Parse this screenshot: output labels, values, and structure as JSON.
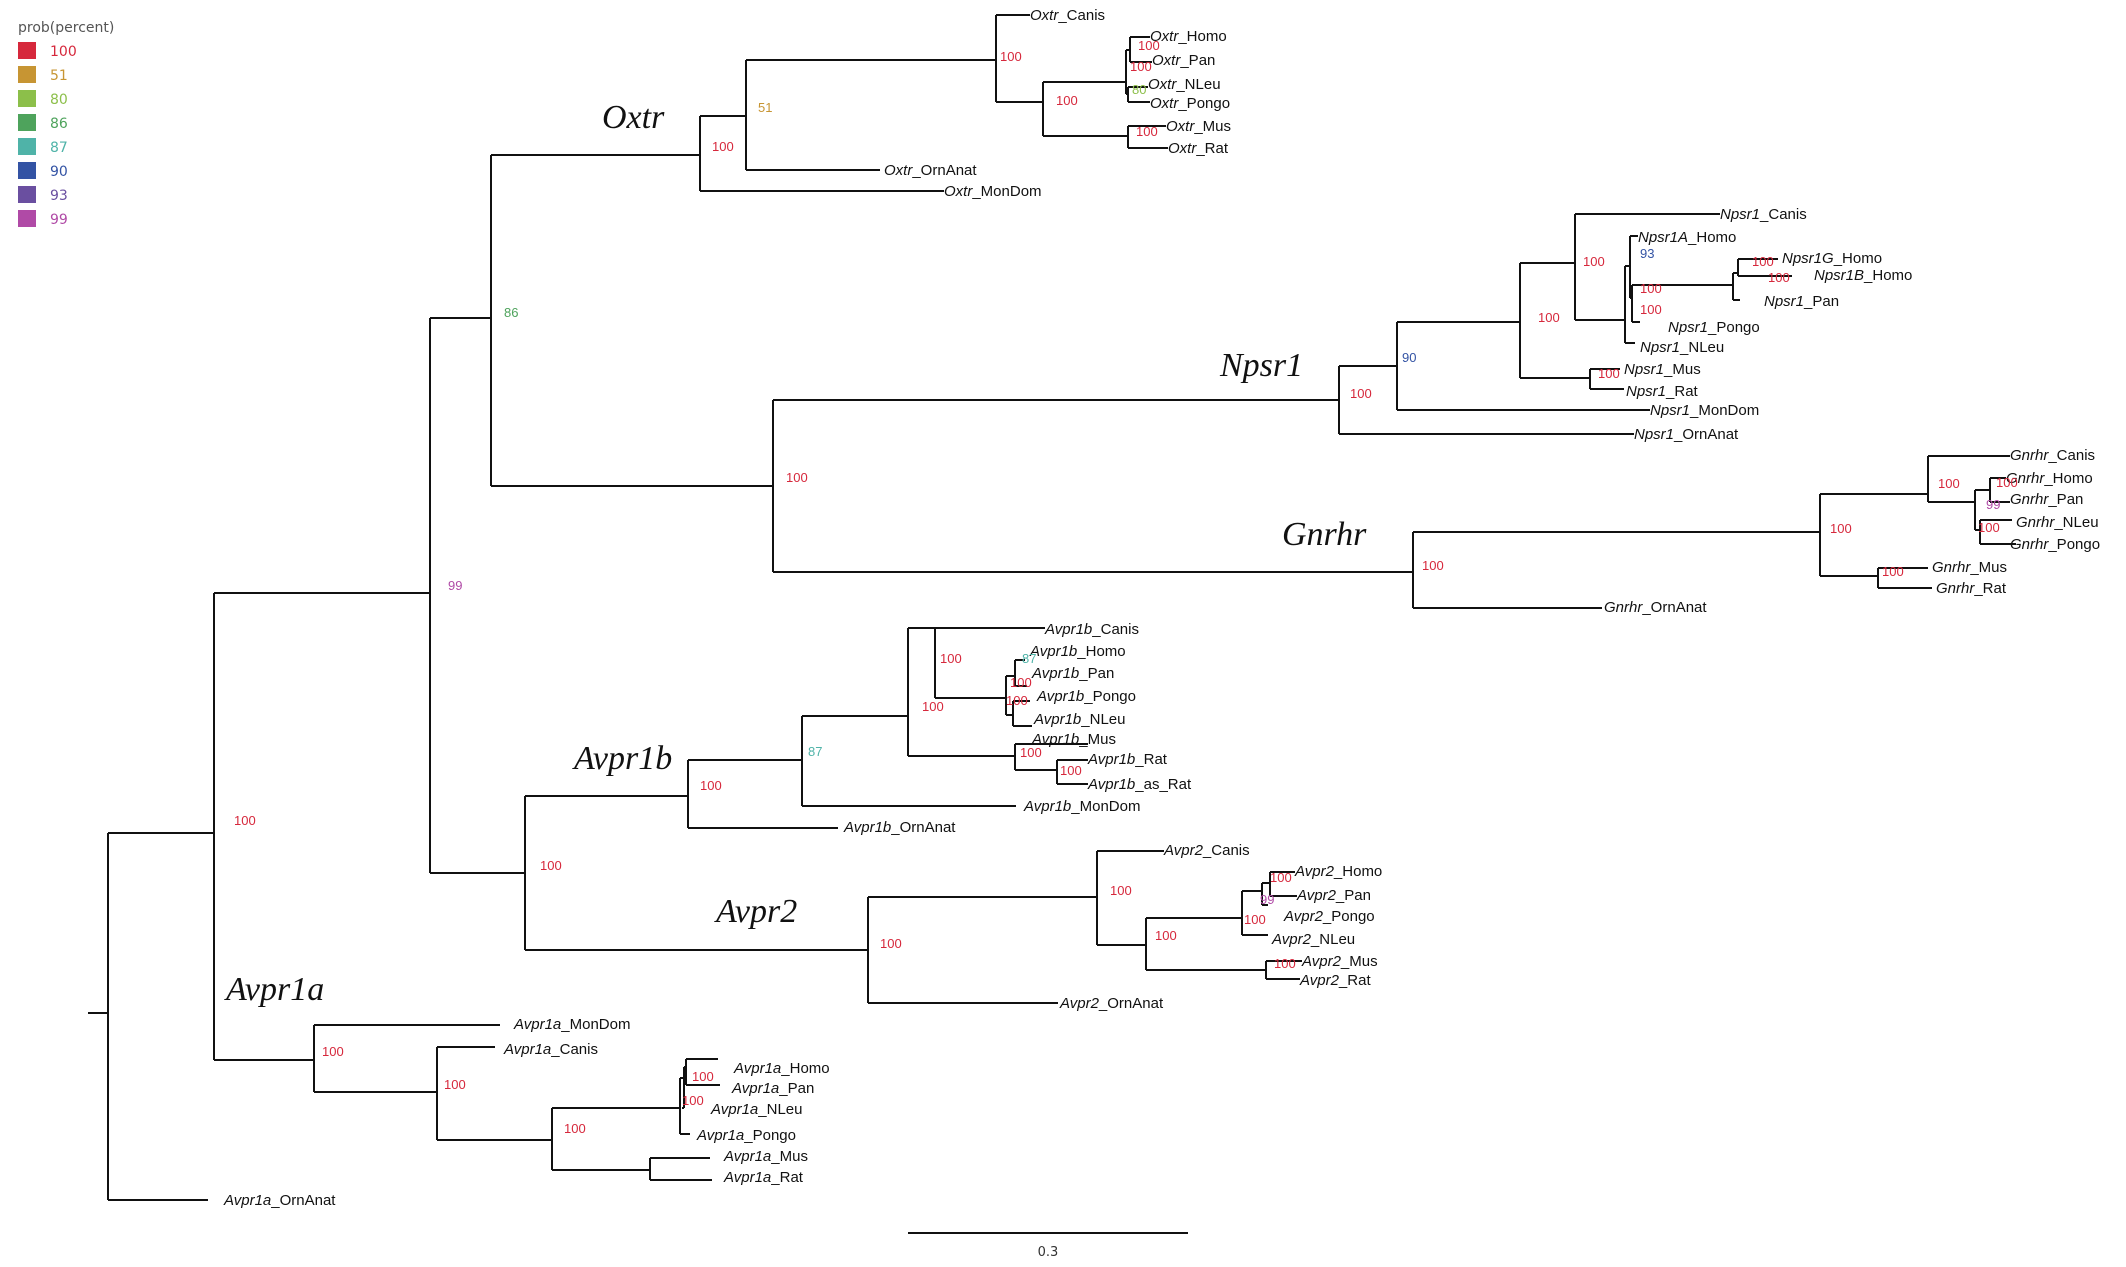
{
  "legend": {
    "title": "prob(percent)",
    "items": [
      {
        "label": "100",
        "color": "#d6283c"
      },
      {
        "label": "51",
        "color": "#c79533"
      },
      {
        "label": "80",
        "color": "#8cbf4a"
      },
      {
        "label": "86",
        "color": "#4ea35c"
      },
      {
        "label": "87",
        "color": "#4fb3a8"
      },
      {
        "label": "90",
        "color": "#3353a4"
      },
      {
        "label": "93",
        "color": "#6a4fa0"
      },
      {
        "label": "99",
        "color": "#b04aa6"
      }
    ]
  },
  "clades": [
    "Oxtr",
    "Npsr1",
    "Gnrhr",
    "Avpr1b",
    "Avpr2",
    "Avpr1a"
  ],
  "tips": [
    {
      "gene": "Oxtr",
      "species": "_Canis"
    },
    {
      "gene": "Oxtr",
      "species": "_Homo"
    },
    {
      "gene": "Oxtr",
      "species": "_Pan"
    },
    {
      "gene": "Oxtr",
      "species": "_NLeu"
    },
    {
      "gene": "Oxtr",
      "species": "_Pongo"
    },
    {
      "gene": "Oxtr",
      "species": "_Mus"
    },
    {
      "gene": "Oxtr",
      "species": "_Rat"
    },
    {
      "gene": "Oxtr",
      "species": "_OrnAnat"
    },
    {
      "gene": "Oxtr",
      "species": "_MonDom"
    },
    {
      "gene": "Npsr1",
      "species": "_Canis"
    },
    {
      "gene": "Npsr1A",
      "species": "_Homo"
    },
    {
      "gene": "Npsr1G",
      "species": "_Homo"
    },
    {
      "gene": "Npsr1B",
      "species": "_Homo"
    },
    {
      "gene": "Npsr1",
      "species": "_Pan"
    },
    {
      "gene": "Npsr1",
      "species": "_Pongo"
    },
    {
      "gene": "Npsr1",
      "species": "_NLeu"
    },
    {
      "gene": "Npsr1",
      "species": "_Mus"
    },
    {
      "gene": "Npsr1",
      "species": "_Rat"
    },
    {
      "gene": "Npsr1",
      "species": "_MonDom"
    },
    {
      "gene": "Npsr1",
      "species": "_OrnAnat"
    },
    {
      "gene": "Gnrhr",
      "species": "_Canis"
    },
    {
      "gene": "Gnrhr",
      "species": "_Homo"
    },
    {
      "gene": "Gnrhr",
      "species": "_Pan"
    },
    {
      "gene": "Gnrhr",
      "species": "_NLeu"
    },
    {
      "gene": "Gnrhr",
      "species": "_Pongo"
    },
    {
      "gene": "Gnrhr",
      "species": "_Mus"
    },
    {
      "gene": "Gnrhr",
      "species": "_Rat"
    },
    {
      "gene": "Gnrhr",
      "species": "_OrnAnat"
    },
    {
      "gene": "Avpr1b",
      "species": "_Canis"
    },
    {
      "gene": "Avpr1b",
      "species": "_Homo"
    },
    {
      "gene": "Avpr1b",
      "species": "_Pan"
    },
    {
      "gene": "Avpr1b",
      "species": "_Pongo"
    },
    {
      "gene": "Avpr1b",
      "species": "_NLeu"
    },
    {
      "gene": "Avpr1b",
      "species": "_Mus"
    },
    {
      "gene": "Avpr1b",
      "species": "_Rat"
    },
    {
      "gene": "Avpr1b",
      "species": "_as_Rat"
    },
    {
      "gene": "Avpr1b",
      "species": "_MonDom"
    },
    {
      "gene": "Avpr1b",
      "species": "_OrnAnat"
    },
    {
      "gene": "Avpr2",
      "species": "_Canis"
    },
    {
      "gene": "Avpr2",
      "species": "_Homo"
    },
    {
      "gene": "Avpr2",
      "species": "_Pan"
    },
    {
      "gene": "Avpr2",
      "species": "_Pongo"
    },
    {
      "gene": "Avpr2",
      "species": "_NLeu"
    },
    {
      "gene": "Avpr2",
      "species": "_Mus"
    },
    {
      "gene": "Avpr2",
      "species": "_Rat"
    },
    {
      "gene": "Avpr2",
      "species": "_OrnAnat"
    },
    {
      "gene": "Avpr1a",
      "species": "_MonDom"
    },
    {
      "gene": "Avpr1a",
      "species": "_Canis"
    },
    {
      "gene": "Avpr1a",
      "species": "_Homo"
    },
    {
      "gene": "Avpr1a",
      "species": "_Pan"
    },
    {
      "gene": "Avpr1a",
      "species": "_NLeu"
    },
    {
      "gene": "Avpr1a",
      "species": "_Pongo"
    },
    {
      "gene": "Avpr1a",
      "species": "_Mus"
    },
    {
      "gene": "Avpr1a",
      "species": "_Rat"
    },
    {
      "gene": "Avpr1a",
      "species": "_OrnAnat"
    }
  ],
  "supports": [
    {
      "value": "100",
      "color": "#d6283c"
    },
    {
      "value": "100",
      "color": "#d6283c"
    },
    {
      "value": "100",
      "color": "#d6283c"
    },
    {
      "value": "80",
      "color": "#8cbf4a"
    },
    {
      "value": "100",
      "color": "#d6283c"
    },
    {
      "value": "100",
      "color": "#d6283c"
    },
    {
      "value": "51",
      "color": "#c79533"
    },
    {
      "value": "100",
      "color": "#d6283c"
    },
    {
      "value": "86",
      "color": "#4ea35c"
    },
    {
      "value": "100",
      "color": "#d6283c"
    },
    {
      "value": "93",
      "color": "#3353a4"
    },
    {
      "value": "100",
      "color": "#d6283c"
    },
    {
      "value": "100",
      "color": "#d6283c"
    },
    {
      "value": "100",
      "color": "#d6283c"
    },
    {
      "value": "100",
      "color": "#d6283c"
    },
    {
      "value": "100",
      "color": "#d6283c"
    },
    {
      "value": "100",
      "color": "#d6283c"
    },
    {
      "value": "90",
      "color": "#3353a4"
    },
    {
      "value": "100",
      "color": "#d6283c"
    },
    {
      "value": "100",
      "color": "#d6283c"
    },
    {
      "value": "100",
      "color": "#d6283c"
    },
    {
      "value": "100",
      "color": "#d6283c"
    },
    {
      "value": "99",
      "color": "#b04aa6"
    },
    {
      "value": "100",
      "color": "#d6283c"
    },
    {
      "value": "100",
      "color": "#d6283c"
    },
    {
      "value": "100",
      "color": "#d6283c"
    },
    {
      "value": "100",
      "color": "#d6283c"
    },
    {
      "value": "99",
      "color": "#b04aa6"
    },
    {
      "value": "100",
      "color": "#d6283c"
    },
    {
      "value": "87",
      "color": "#4fb3a8"
    },
    {
      "value": "100",
      "color": "#d6283c"
    },
    {
      "value": "100",
      "color": "#d6283c"
    },
    {
      "value": "100",
      "color": "#d6283c"
    },
    {
      "value": "100",
      "color": "#d6283c"
    },
    {
      "value": "100",
      "color": "#d6283c"
    },
    {
      "value": "87",
      "color": "#4fb3a8"
    },
    {
      "value": "100",
      "color": "#d6283c"
    },
    {
      "value": "100",
      "color": "#d6283c"
    },
    {
      "value": "100",
      "color": "#d6283c"
    },
    {
      "value": "100",
      "color": "#d6283c"
    },
    {
      "value": "99",
      "color": "#b04aa6"
    },
    {
      "value": "100",
      "color": "#d6283c"
    },
    {
      "value": "100",
      "color": "#d6283c"
    },
    {
      "value": "100",
      "color": "#d6283c"
    },
    {
      "value": "100",
      "color": "#d6283c"
    },
    {
      "value": "100",
      "color": "#d6283c"
    },
    {
      "value": "100",
      "color": "#d6283c"
    },
    {
      "value": "100",
      "color": "#d6283c"
    },
    {
      "value": "100",
      "color": "#d6283c"
    },
    {
      "value": "100",
      "color": "#d6283c"
    },
    {
      "value": "100",
      "color": "#d6283c"
    }
  ],
  "scale_bar": {
    "label": "0.3"
  }
}
